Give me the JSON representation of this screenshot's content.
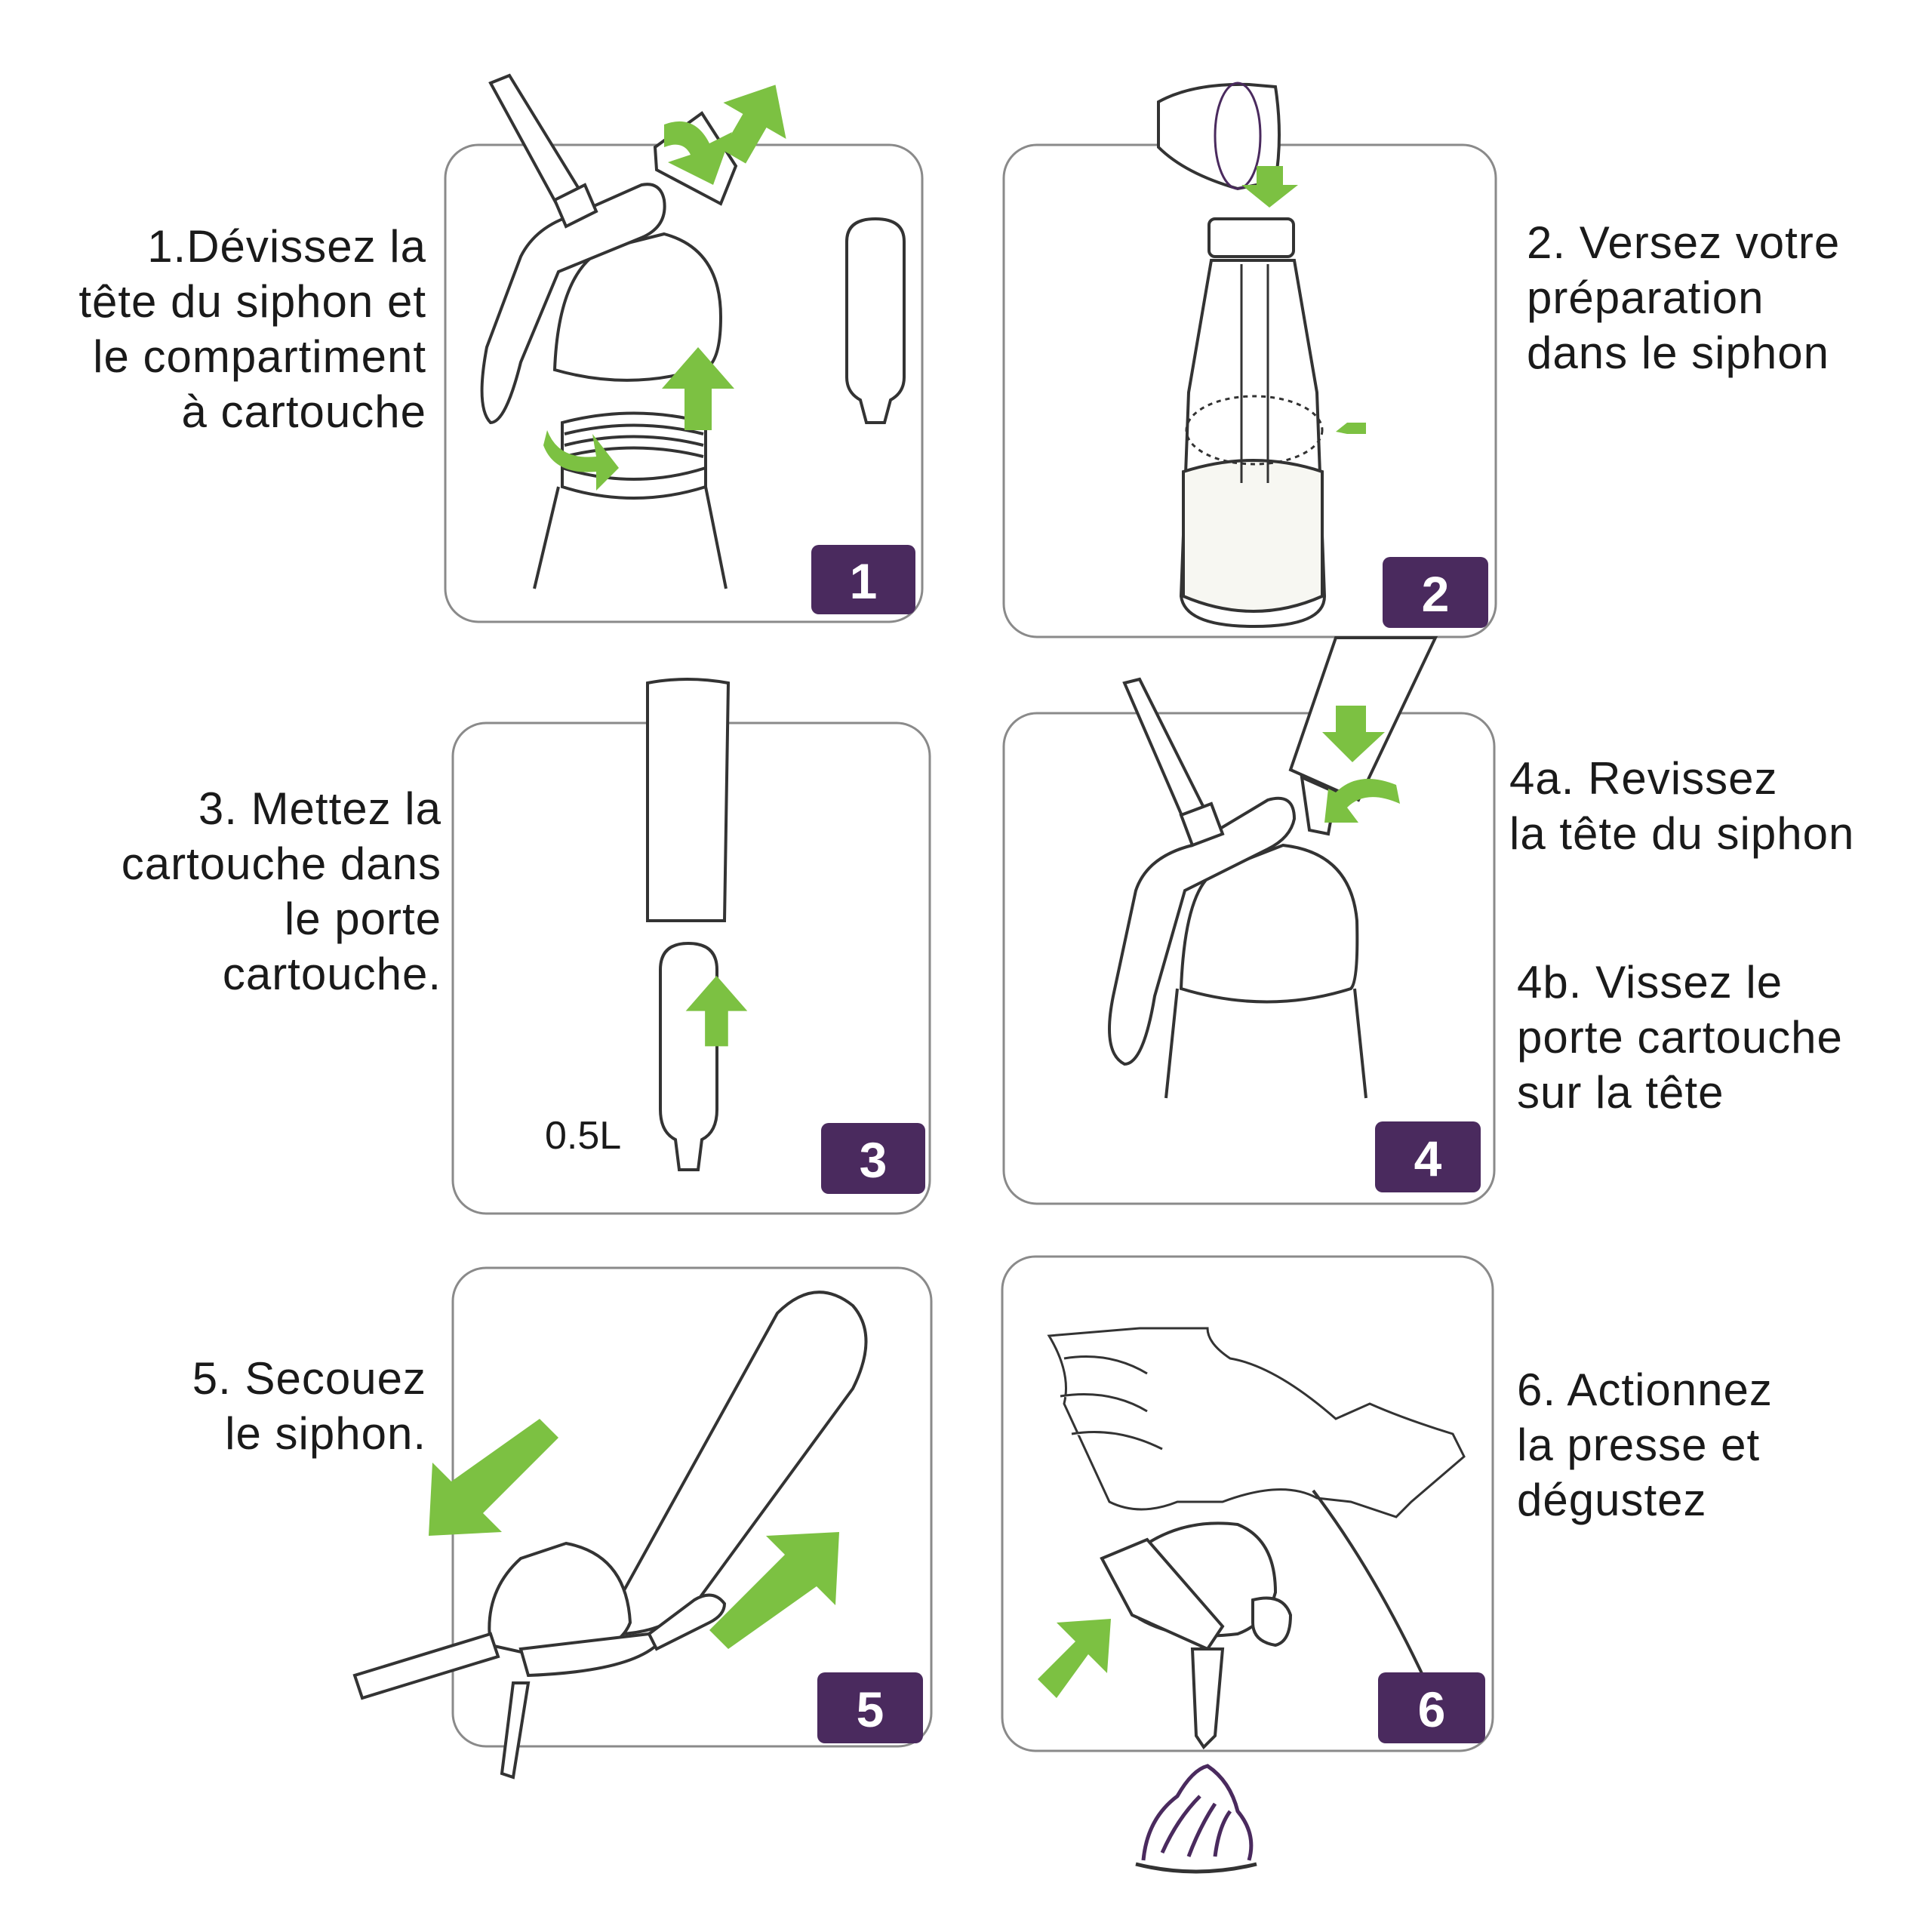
{
  "colors": {
    "accent_green": "#7cc142",
    "badge_purple": "#4a2a5e",
    "line": "#333333",
    "panel_border": "#8a8a8a"
  },
  "steps": [
    {
      "number": "1",
      "caption": "1.Dévissez la\ntête du siphon et\nle compartiment\nà cartouche"
    },
    {
      "number": "2",
      "caption": "2. Versez votre\npréparation\ndans le siphon"
    },
    {
      "number": "3",
      "caption": "3.  Mettez la\ncartouche dans\nle porte\ncartouche.",
      "label": "0.5L"
    },
    {
      "number": "4",
      "caption_a": "4a. Revissez\nla tête du siphon",
      "caption_b": "4b. Vissez le\nporte cartouche\nsur la tête"
    },
    {
      "number": "5",
      "caption": "5. Secouez\nle siphon."
    },
    {
      "number": "6",
      "caption": "6. Actionnez\nla presse et\ndégustez"
    }
  ],
  "icons": {
    "arrow": "green-arrow-icon",
    "siphon": "siphon-icon",
    "cartridge": "cartridge-icon",
    "hand": "hand-icon",
    "cream": "whipped-cream-icon"
  }
}
